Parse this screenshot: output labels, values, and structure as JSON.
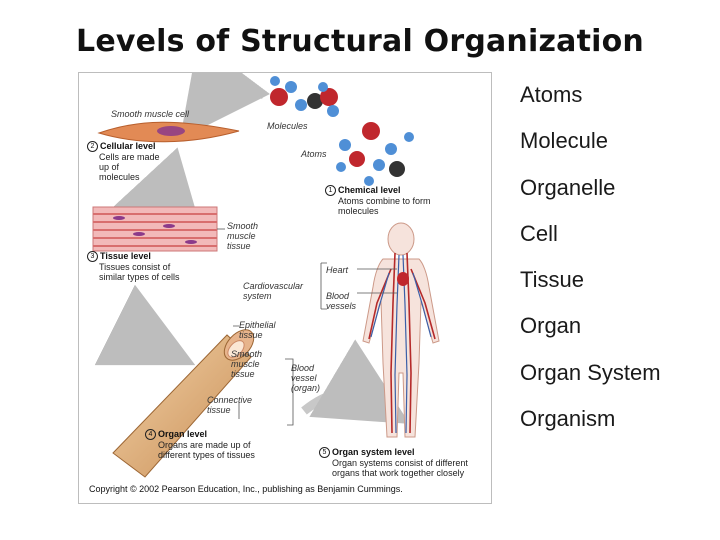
{
  "title": "Levels of Structural Organization",
  "levels": [
    "Atoms",
    "Molecule",
    "Organelle",
    "Cell",
    "Tissue",
    "Organ",
    "Organ System",
    "Organism"
  ],
  "figure": {
    "labels": {
      "smooth_muscle_cell": "Smooth muscle cell",
      "molecules": "Molecules",
      "atoms": "Atoms",
      "smooth_muscle_tissue": "Smooth muscle tissue",
      "cardiovascular_system": "Cardiovascular system",
      "heart": "Heart",
      "blood_vessels": "Blood vessels",
      "epithelial_tissue": "Epithelial tissue",
      "smooth_muscle_tissue_2": "Smooth muscle tissue",
      "connective_tissue": "Connective tissue",
      "blood_vessel_organ": "Blood vessel (organ)"
    },
    "steps": [
      {
        "num": "1",
        "title": "Chemical level",
        "desc": "Atoms combine to form molecules"
      },
      {
        "num": "2",
        "title": "Cellular level",
        "desc": "Cells are made up of molecules"
      },
      {
        "num": "3",
        "title": "Tissue level",
        "desc": "Tissues consist of similar types of cells"
      },
      {
        "num": "4",
        "title": "Organ level",
        "desc": "Organs are made up of different types of tissues"
      },
      {
        "num": "5",
        "title": "Organ system level",
        "desc": "Organ systems consist of different organs that work together closely"
      }
    ],
    "copyright": "Copyright © 2002 Pearson Education, Inc., publishing as Benjamin Cummings."
  },
  "colors": {
    "oxygen": "#c0272d",
    "hydrogen": "#4f8fd6",
    "carbon": "#333333",
    "muscle": "#e28a55",
    "vessel": "#b52a2a"
  }
}
